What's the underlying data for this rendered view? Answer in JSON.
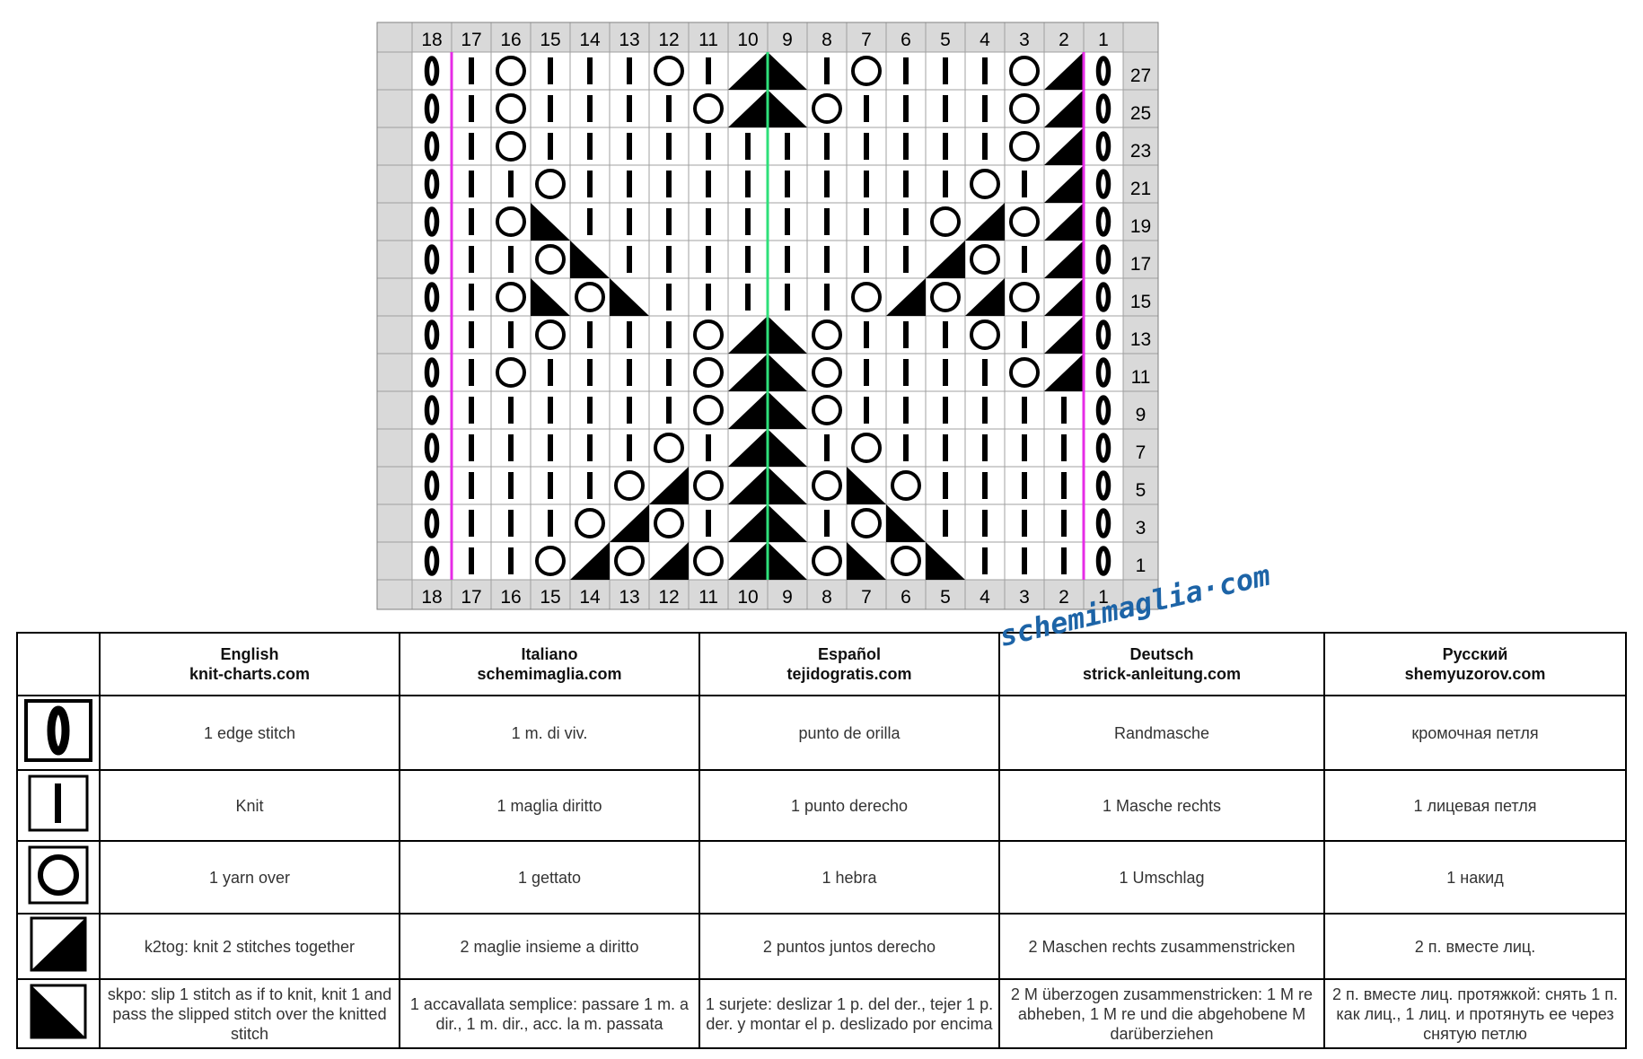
{
  "chart": {
    "columns": [
      18,
      17,
      16,
      15,
      14,
      13,
      12,
      11,
      10,
      9,
      8,
      7,
      6,
      5,
      4,
      3,
      2,
      1
    ],
    "row_labels": [
      "27",
      "25",
      "23",
      "21",
      "19",
      "17",
      "15",
      "13",
      "11",
      "9",
      "7",
      "5",
      "3",
      "1"
    ],
    "stitch_grid": [
      "EKOKKKOKLRKOKKKOLE",
      "EKOKKKKOLROKKKKOLE",
      "EKOKKKKKKKKKKKKOLE",
      "EKKOKKKKKKKKKKOKLE",
      "EKORKKKKKKKKKOLOLE",
      "EKKORKKKKKKKKLOKLE",
      "EKORORKKKKKOLOLOLE",
      "EKKOKKKOLROKKKOKLE",
      "EKOKKKKOLROKKKKOLE",
      "EKKKKKKOLROKKKKKKE",
      "EKKKKKOKLRKOKKKKKE",
      "EKKKKOLOLROROKKKKE",
      "EKKKOLOKLRKORKKKKE",
      "EKKOLOLOLRORORKKKE"
    ],
    "colors": {
      "edge_line": "#e62ce6",
      "center_line": "#2ee07a",
      "header_bg": "#d9d9d9",
      "grid_line": "#a0a0a0",
      "symbol": "#000000"
    }
  },
  "legend": {
    "headers": [
      {
        "language": "English",
        "site": "knit-charts.com"
      },
      {
        "language": "Italiano",
        "site": "schemimaglia.com"
      },
      {
        "language": "Español",
        "site": "tejidogratis.com"
      },
      {
        "language": "Deutsch",
        "site": "strick-anleitung.com"
      },
      {
        "language": "Русский",
        "site": "shemyuzorov.com"
      }
    ],
    "rows": [
      {
        "symbol": "edge-stitch-icon",
        "texts": [
          "1 edge stitch",
          "1 m. di viv.",
          "punto de orilla",
          "Randmasche",
          "кромочная петля"
        ]
      },
      {
        "symbol": "knit-icon",
        "texts": [
          "Knit",
          "1 maglia diritto",
          "1 punto derecho",
          "1 Masche rechts",
          "1 лицевая петля"
        ]
      },
      {
        "symbol": "yarn-over-icon",
        "texts": [
          "1 yarn over",
          "1 gettato",
          "1 hebra",
          "1 Umschlag",
          "1 накид"
        ]
      },
      {
        "symbol": "k2tog-icon",
        "texts": [
          "k2tog: knit 2 stitches together",
          "2 maglie insieme a diritto",
          "2 puntos juntos derecho",
          "2 Maschen rechts zusammenstricken",
          "2 п. вместе лиц."
        ]
      },
      {
        "symbol": "skpo-icon",
        "texts": [
          "skpo: slip 1 stitch as if to knit, knit 1 and pass the slipped stitch over the knitted stitch",
          "1 accavallata semplice: passare 1 m. a dir., 1 m. dir., acc. la m. passata",
          "1 surjete: deslizar 1 p. del der., tejer 1 p. der. y montar el p. deslizado por encima",
          "2 M überzogen zusammenstricken: 1 M re abheben, 1 M re und die abgehobene M darüberziehen",
          "2 п. вместе лиц. протяжкой: снять 1 п. как лиц., 1 лиц. и протянуть ее через снятую петлю"
        ]
      }
    ]
  },
  "watermark": "schemimaglia·com"
}
